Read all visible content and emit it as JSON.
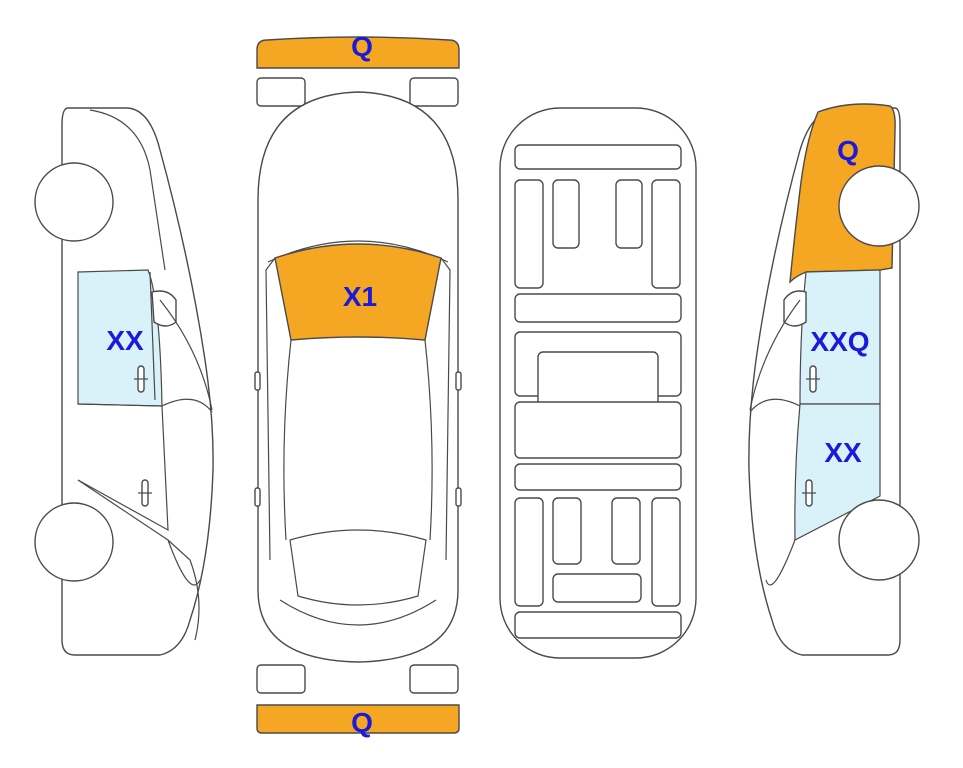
{
  "damage_colors": {
    "orange": "#f5a623",
    "light_blue": "#d9f1f9",
    "label": "#1a1adb"
  },
  "labels": {
    "front_bumper": "Q",
    "rear_bumper": "Q",
    "windshield": "X1",
    "left_front_door_glass": "XX",
    "right_rear_quarter": "Q",
    "right_front_door_glass": "XXQ",
    "right_rear_door_glass": "XX"
  }
}
